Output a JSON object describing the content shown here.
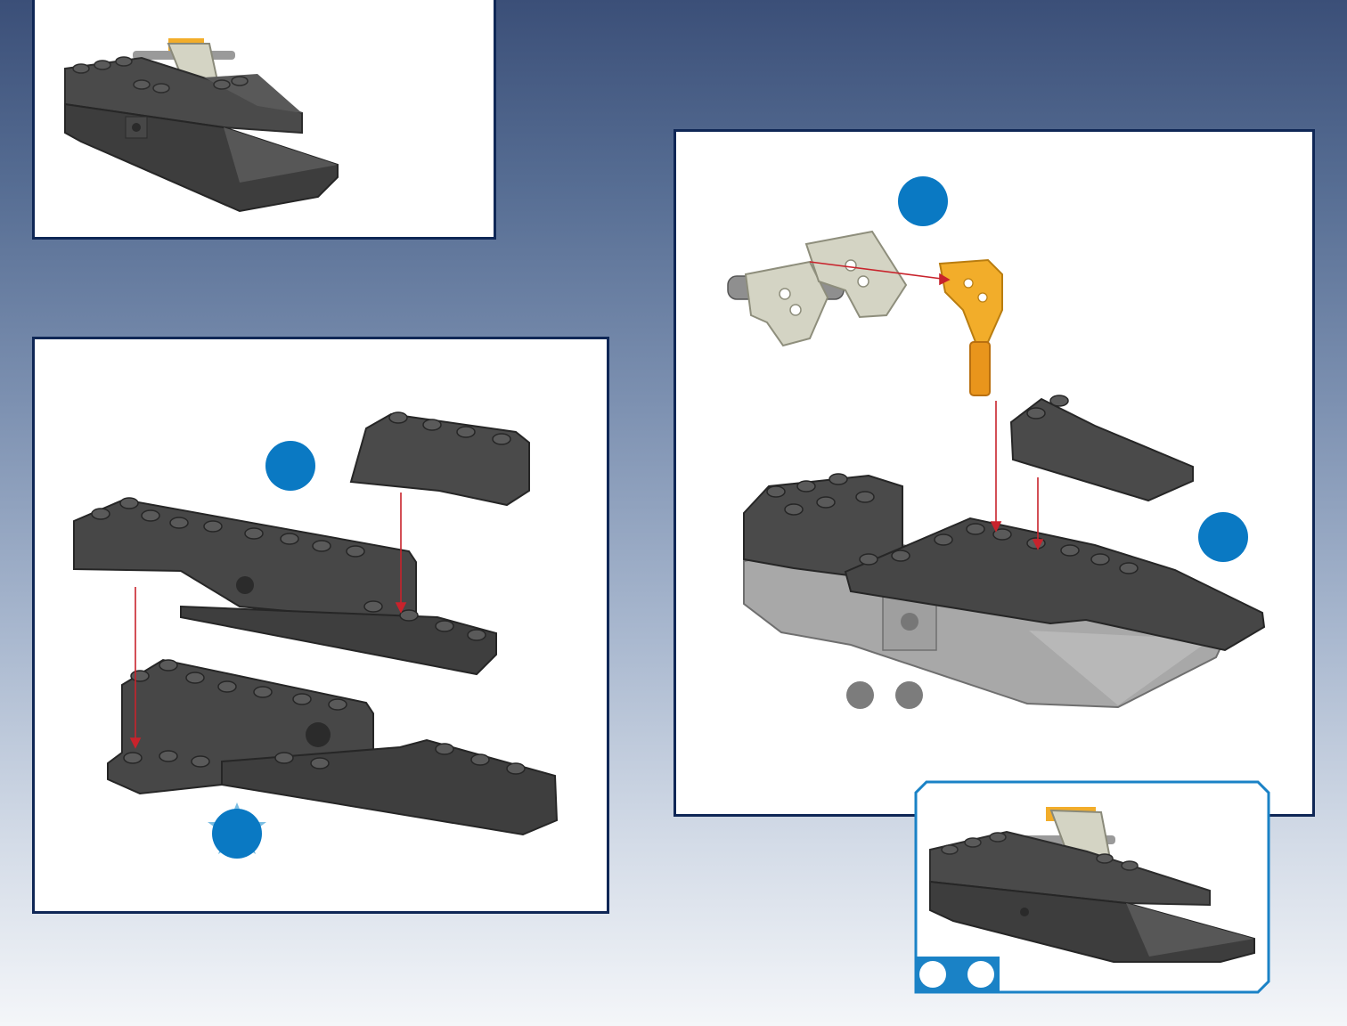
{
  "page": {
    "colors": {
      "frame_navy": "#0f2756",
      "step_badge_blue": "#0a79c3",
      "result_frame_blue": "#1a82c6",
      "brick_dark": "#4a4a4a",
      "brick_light": "#a8a8a8",
      "joint_beige": "#d4d4c4",
      "hinge_orange": "#f2ad2a",
      "arrow_red": "#c8232c"
    }
  },
  "panels": {
    "previous_build": {
      "icon": "assembled-cockpit-preview"
    },
    "step_left": {
      "badges": [
        "step-number-badge",
        "star-badge"
      ],
      "icon": "brick-assembly-diagram"
    },
    "step_right": {
      "badges": [
        "step-number-badge-top",
        "step-number-badge-side"
      ],
      "quantity_dots": 2,
      "icon": "hinge-and-joint-assembly-diagram"
    },
    "result": {
      "quantity_dots": 2,
      "icon": "assembled-cockpit-result"
    }
  }
}
